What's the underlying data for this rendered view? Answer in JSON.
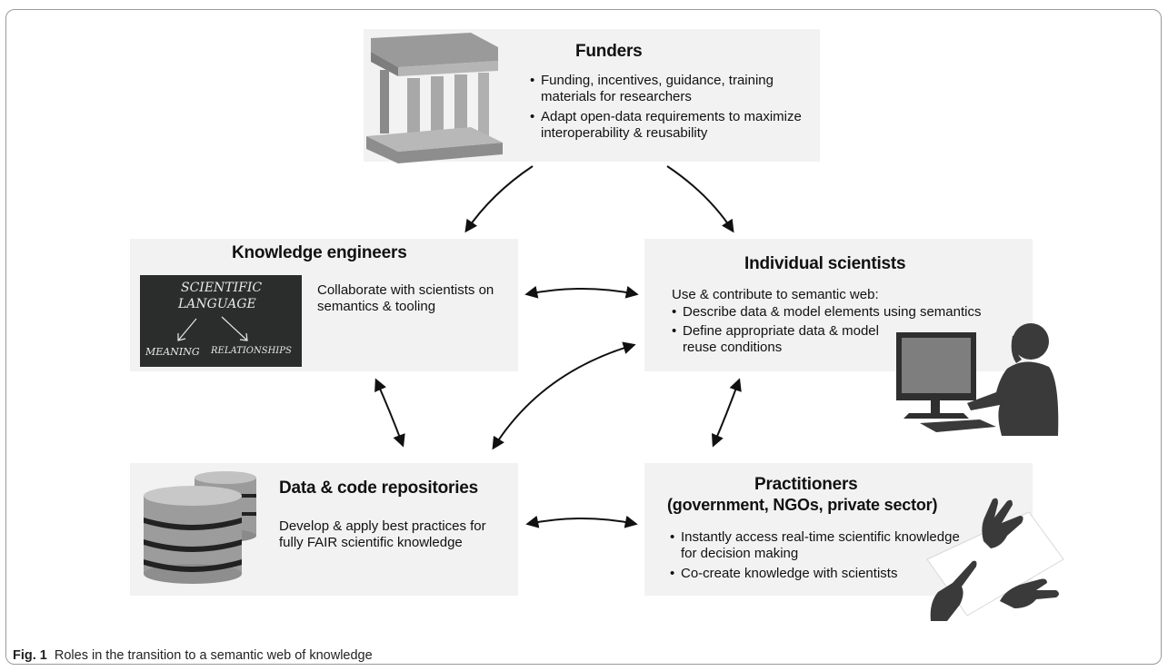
{
  "funders": {
    "title": "Funders",
    "bullets": [
      "Funding, incentives, guidance, training materials for researchers",
      "Adapt open-data requirements to maximize interoperability & reusability"
    ]
  },
  "knowledge_engineers": {
    "title": "Knowledge engineers",
    "text": "Collaborate with scientists on semantics & tooling",
    "image": {
      "line1": "SCIENTIFIC",
      "line2": "LANGUAGE",
      "left": "MEANING",
      "right": "RELATIONSHIPS"
    }
  },
  "individual_scientists": {
    "title": "Individual scientists",
    "intro": "Use & contribute to semantic web:",
    "bullets": [
      "Describe data & model elements using semantics",
      "Define appropriate data & model reuse conditions"
    ]
  },
  "repositories": {
    "title": "Data & code repositories",
    "text": "Develop & apply best practices for fully FAIR scientific knowledge"
  },
  "practitioners": {
    "title": "Practitioners",
    "subtitle": "(government, NGOs, private sector)",
    "bullets": [
      "Instantly access real-time scientific knowledge for decision making",
      "Co-create knowledge with scientists"
    ]
  },
  "caption": {
    "label": "Fig. 1",
    "text": "Roles in the transition to a semantic web of knowledge"
  },
  "colors": {
    "box_fill": "#f1f2f1",
    "arrow": "#111111",
    "icon_gray": "#8e8e8e",
    "silhouette": "#3a3a3a"
  }
}
